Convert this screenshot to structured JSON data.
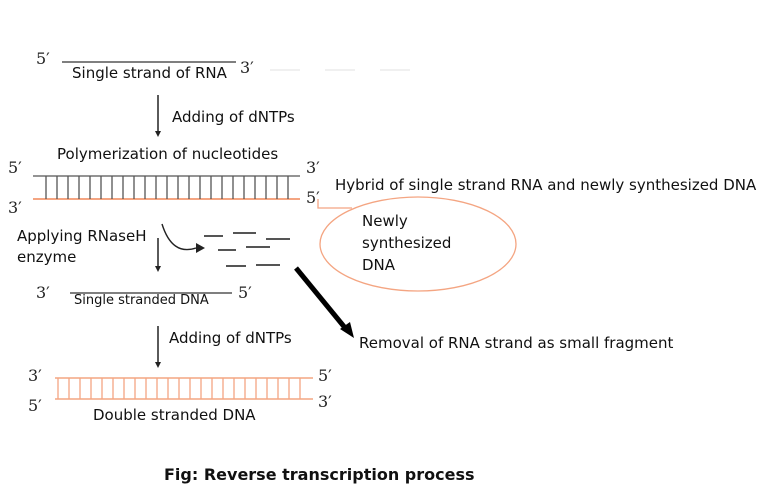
{
  "colors": {
    "dna_strand": "#f4a582",
    "rna_strand": "#555555",
    "callout": "#f4a582",
    "arrow": "#000000"
  },
  "labels": {
    "rna_5": "5′",
    "rna_3": "3′",
    "rna_strand": "Single strand of RNA",
    "step1": "Adding of dNTPs",
    "polymerization": "Polymerization of nucleotides",
    "hybrid_5_left": "5′",
    "hybrid_3_left": "3′",
    "hybrid_3_right": "3′",
    "hybrid_5_right": "5′",
    "hybrid": "Hybrid of single strand RNA and newly synthesized DNA",
    "rnase_1": "Applying RNaseH",
    "rnase_2": "enzyme",
    "newly_1": "Newly",
    "newly_2": "synthesized",
    "newly_3": "DNA",
    "ss_3": "3′",
    "ss_dna": "Single stranded DNA",
    "ss_5": "5′",
    "removal": "Removal of RNA strand as small fragment",
    "step2": "Adding of dNTPs",
    "ds_3_left": "3′",
    "ds_5_left": "5′",
    "ds_5_right": "5′",
    "ds_3_right": "3′",
    "ds_dna": "Double stranded DNA",
    "caption": "Fig: Reverse transcription process"
  }
}
